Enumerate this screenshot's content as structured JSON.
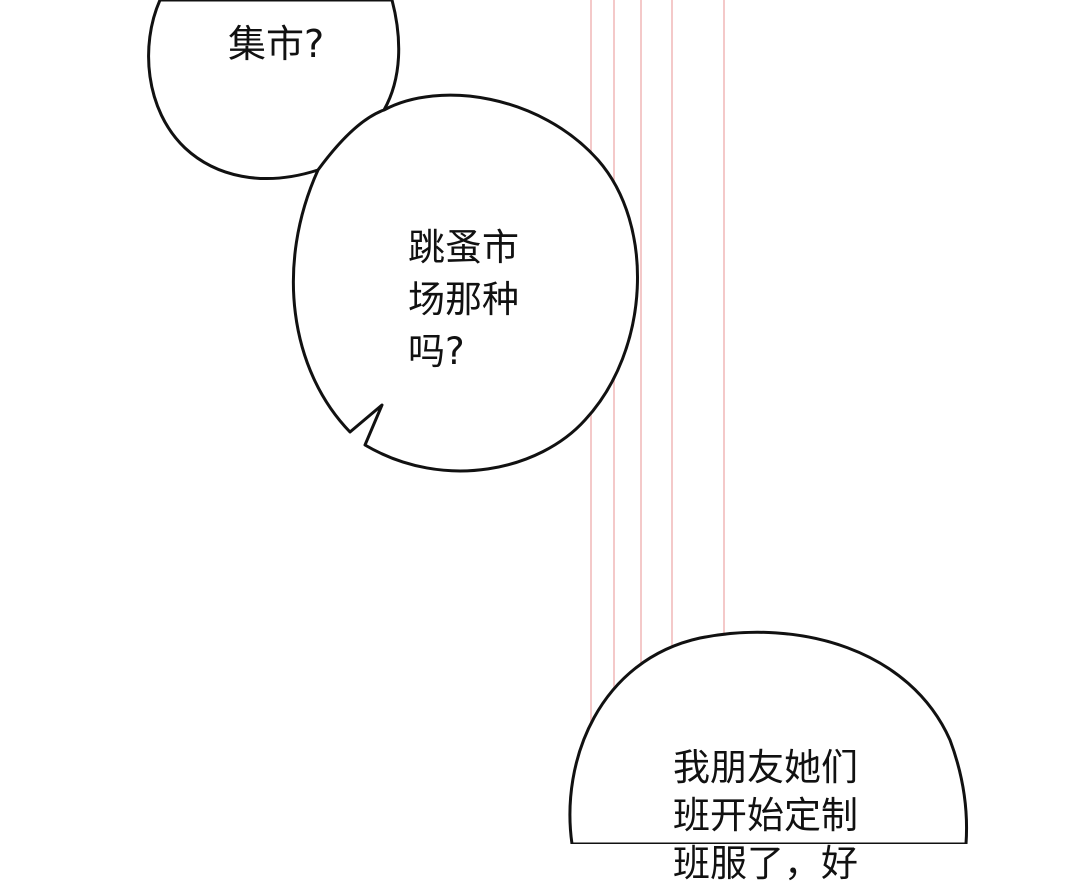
{
  "panel": {
    "background_color": "#ffffff",
    "stripe_color": "#f4c9c9",
    "outline_color": "#111111"
  },
  "bubbles": [
    {
      "lines": [
        "集市?"
      ]
    },
    {
      "lines": [
        "跳蚤市",
        "场那种",
        "吗?"
      ]
    },
    {
      "lines": [
        "我朋友她们",
        "班开始定制",
        "班服了，好"
      ]
    }
  ]
}
